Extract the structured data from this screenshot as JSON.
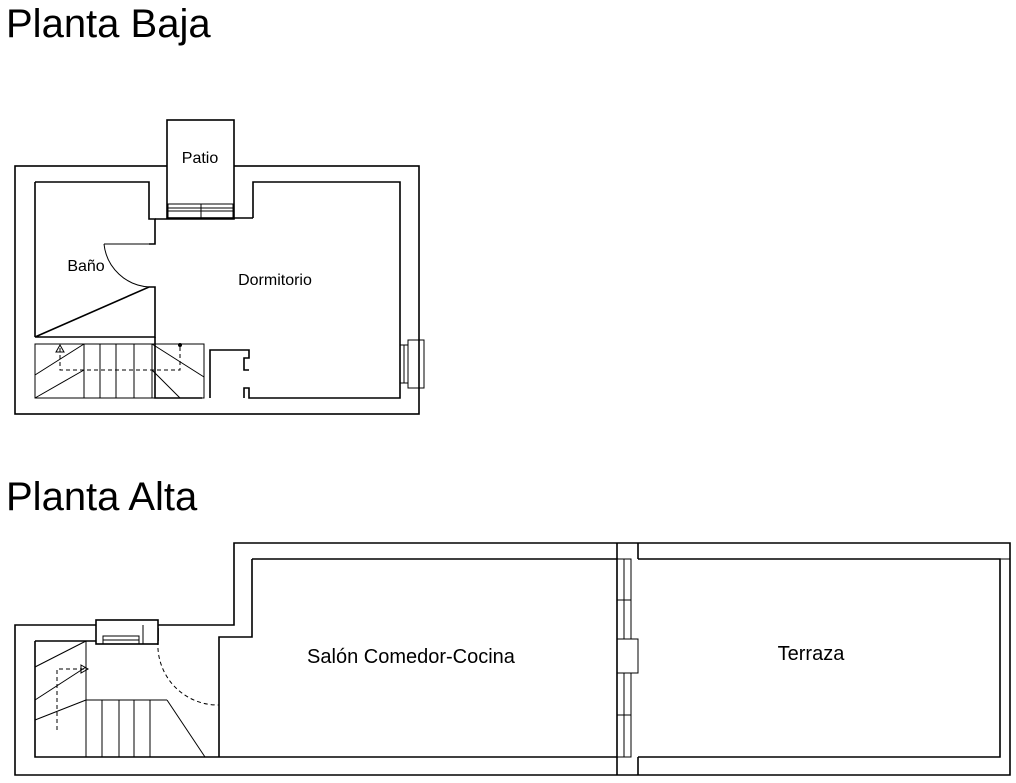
{
  "floors": [
    {
      "title": "Planta Baja",
      "rooms": [
        {
          "label": "Patio"
        },
        {
          "label": "Baño"
        },
        {
          "label": "Dormitorio"
        }
      ]
    },
    {
      "title": "Planta Alta",
      "rooms": [
        {
          "label": "Salón Comedor-Cocina"
        },
        {
          "label": "Terraza"
        }
      ]
    }
  ]
}
